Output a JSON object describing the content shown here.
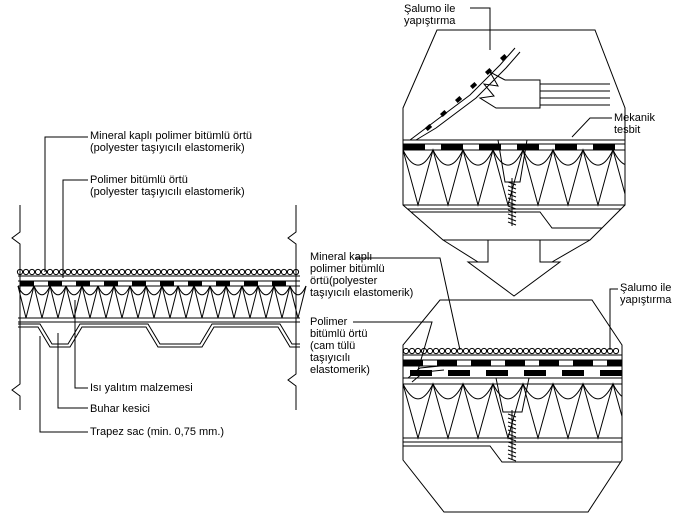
{
  "labels": {
    "left_mineral": [
      "Mineral kaplı polimer bitümlü örtü",
      "(polyester taşıyıcılı elastomerik)"
    ],
    "left_polimer": [
      "Polimer bitümlü örtü",
      "(polyester taşıyıcılı elastomerik)"
    ],
    "isi": "Isı yalıtım malzemesi",
    "buhar": "Buhar kesici",
    "trapez": "Trapez sac (min. 0,75 mm.)",
    "salumo_top": [
      "Şalumo ile",
      "yapıştırma"
    ],
    "mekanik": [
      "Mekanik",
      "tesbit"
    ],
    "mid_mineral": [
      "Mineral kaplı",
      "polimer bitümlü",
      "örtü(polyester",
      "taşıyıcılı elastomerik)"
    ],
    "salumo_right": [
      "Şalumo ile",
      "yapıştırma"
    ],
    "mid_polimer": [
      "Polimer",
      "bitümlü örtü",
      "(cam tülü",
      "taşıyıcılı",
      "elastomerik)"
    ]
  }
}
